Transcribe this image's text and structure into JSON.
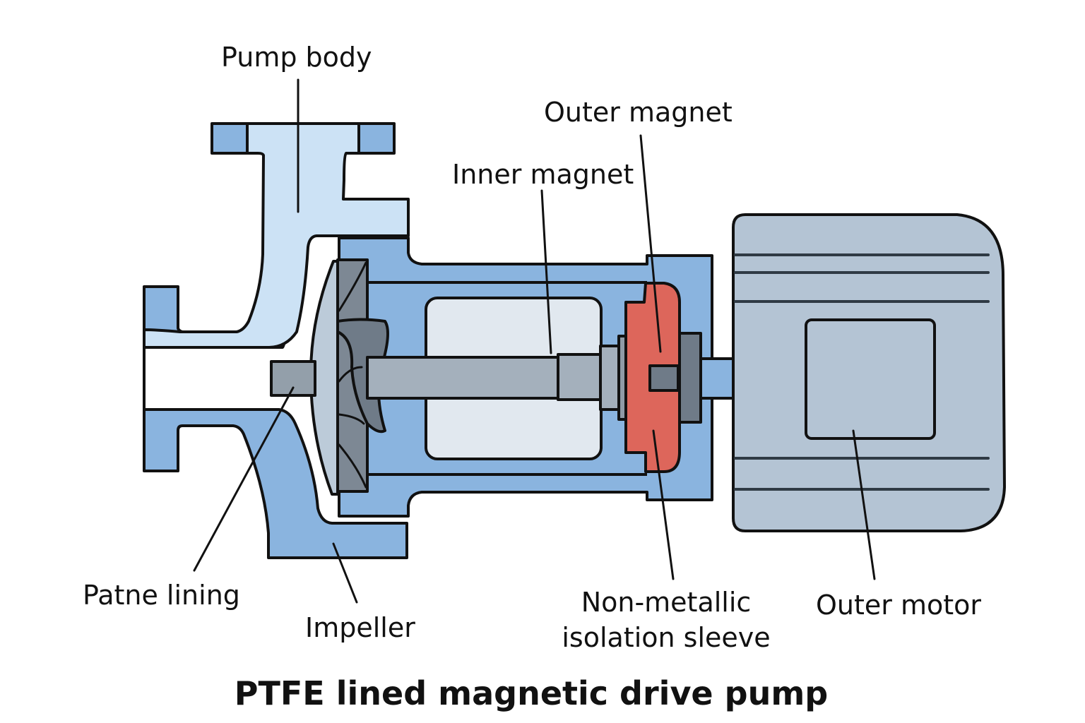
{
  "title": "PTFE lined magnetic drive pump",
  "labels": {
    "pump_body": "Pump body",
    "outer_magnet": "Outer magnet",
    "inner_magnet": "Inner magnet",
    "patne_lining": "Patne lining",
    "impeller": "Impeller",
    "isolation_sleeve_line1": "Non-metallic",
    "isolation_sleeve_line2": "isolation sleeve",
    "outer_motor": "Outer motor"
  },
  "colors": {
    "casing_blue": "#8ab4df",
    "lining_light_blue": "#cce2f5",
    "chamber_light": "#e1e8ef",
    "shaft_gray": "#a4b0bc",
    "impeller_dark": "#6f7b88",
    "outer_magnet_red": "#dd665b",
    "motor_gray": "#b4c4d4"
  }
}
